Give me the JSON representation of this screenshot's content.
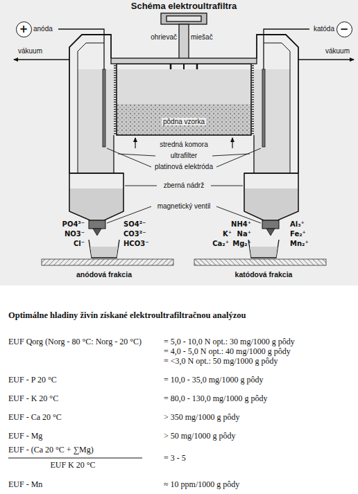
{
  "diagram": {
    "title": "Schéma elektroultrafiltra",
    "nodes": [
      {
        "text": [
          "+"
        ]
      },
      {
        "text": [
          "−"
        ]
      }
    ],
    "labels": [
      "anóda",
      "katóda",
      "vákuum",
      "vákuum",
      "ohrievač",
      "miešač",
      "pôdna vzorka",
      "stredná komora",
      "ultrafilter",
      "platinová elektróda",
      "zberná nádrž",
      "magnetický ventil",
      "PO4³⁻",
      "SO4²⁻",
      "NO3⁻",
      "CO3²⁻",
      "Cl⁻",
      "HCO3⁻",
      "NH4⁺",
      "Al₃⁺",
      "K⁺",
      "Na⁺",
      "Fe₂⁺",
      "Ca₂⁺",
      "Mg₂⁺",
      "Mn₂⁺",
      "anódová frakcia",
      "katódová frakcia",
      "Optimálne hladiny živín získané elektroultrafiltračnou analýzou",
      "EUF Qorg (Norg - 80 °C: Norg - 20 °C)",
      "= 5,0 - 10,0 N opt.: 30 mg/1000 g pôdy",
      "= 4,0 - 5,0 N opt.: 40 mg/1000 g pôdy",
      "= <3,0 N opt.: 50 mg/1000 g pôdy",
      "EUF - P 20 °C",
      "= 10,0 - 35,0 mg/1000 g pôdy",
      "EUF - K 20 °C",
      "= 80,0 - 130,0 mg/1000 g pôdy",
      "EUF - Ca 20 °C",
      "> 350 mg/1000 g pôdy",
      "EUF - Mg",
      "> 50 mg/1000 g pôdy",
      "EUF - (Ca 20 °C + ∑Mg)",
      "EUF K 20 °C",
      "= 3 - 5",
      "EUF - Mn",
      "≈ 10 ppm/1000 g pôdy"
    ]
  }
}
